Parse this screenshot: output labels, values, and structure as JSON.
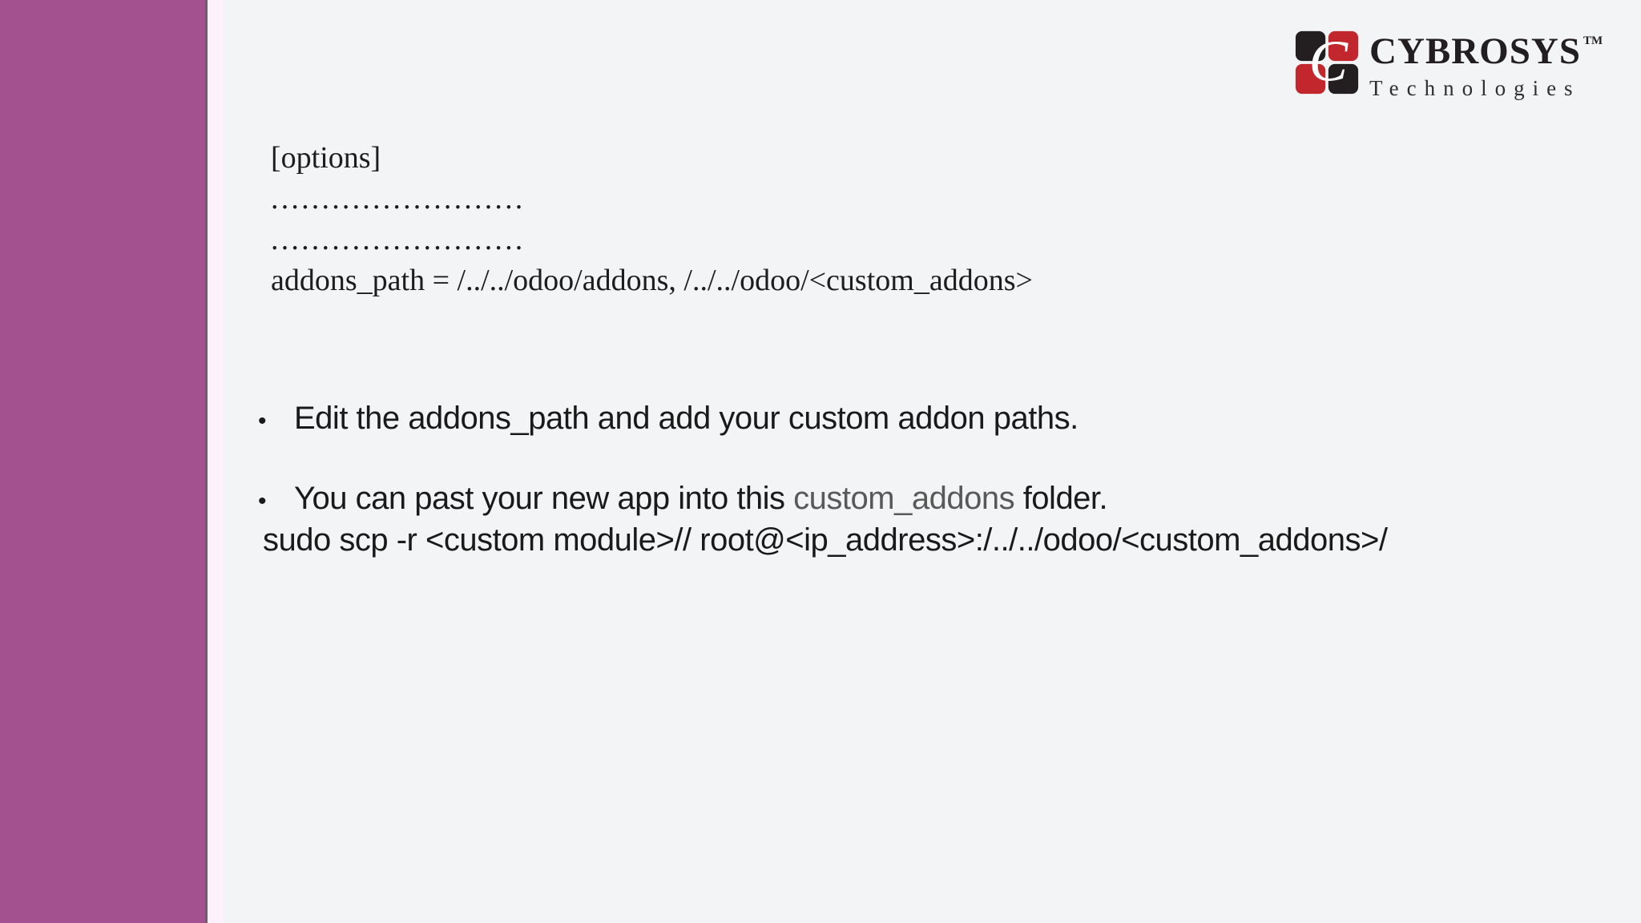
{
  "slide": {
    "background": "#f3f4f5",
    "accent_bar": {
      "color": "#a4518f",
      "edge_color": "#6b5f69",
      "strip_color": "#fbf2fb"
    },
    "config_block": {
      "line1": "[options]",
      "line2": ".........................",
      "line3": ".........................",
      "line4": "addons_path = /../../odoo/addons, /../../odoo/<custom_addons>"
    },
    "bullet_char": "•",
    "bullets": {
      "first": "Edit the addons_path and add your custom addon paths.",
      "second_before": "You can past your new app into this ",
      "second_highlight": "custom_addons",
      "second_after": " folder.",
      "highlight_color": "#595959"
    },
    "command": "sudo scp -r <custom module>// root@<ip_address>:/../../odoo/<custom_addons>/"
  },
  "logo": {
    "monogram": "C",
    "brand": "CYBROSYS",
    "trademark": "TM",
    "subtitle": "Technologies",
    "colors": {
      "red": "#c1272d",
      "black": "#231f20"
    }
  }
}
